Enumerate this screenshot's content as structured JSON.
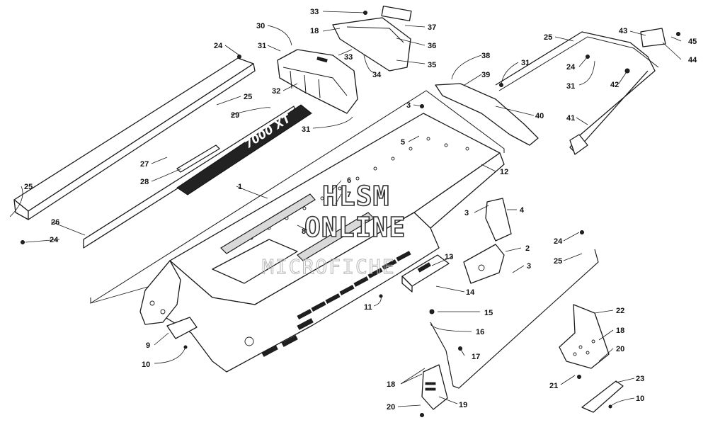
{
  "diagram": {
    "callouts": [
      {
        "id": "c33a",
        "label": "33"
      },
      {
        "id": "c37",
        "label": "37"
      },
      {
        "id": "c18a",
        "label": "18"
      },
      {
        "id": "c36",
        "label": "36"
      },
      {
        "id": "c33b",
        "label": "33"
      },
      {
        "id": "c35",
        "label": "35"
      },
      {
        "id": "c34",
        "label": "34"
      },
      {
        "id": "c30",
        "label": "30"
      },
      {
        "id": "c31a",
        "label": "31"
      },
      {
        "id": "c32",
        "label": "32"
      },
      {
        "id": "c31b",
        "label": "31"
      },
      {
        "id": "c24a",
        "label": "24"
      },
      {
        "id": "c25a",
        "label": "25"
      },
      {
        "id": "c29",
        "label": "29"
      },
      {
        "id": "c27",
        "label": "27"
      },
      {
        "id": "c28",
        "label": "28"
      },
      {
        "id": "c25b",
        "label": "25"
      },
      {
        "id": "c26",
        "label": "26"
      },
      {
        "id": "c24b",
        "label": "24"
      },
      {
        "id": "c1",
        "label": "1"
      },
      {
        "id": "c3a",
        "label": "3"
      },
      {
        "id": "c5",
        "label": "5"
      },
      {
        "id": "c6",
        "label": "6"
      },
      {
        "id": "c7",
        "label": "7"
      },
      {
        "id": "c8",
        "label": "8"
      },
      {
        "id": "c12",
        "label": "12"
      },
      {
        "id": "c38",
        "label": "38"
      },
      {
        "id": "c39",
        "label": "39"
      },
      {
        "id": "c31c",
        "label": "31"
      },
      {
        "id": "c40",
        "label": "40"
      },
      {
        "id": "c25c",
        "label": "25"
      },
      {
        "id": "c24c",
        "label": "24"
      },
      {
        "id": "c31d",
        "label": "31"
      },
      {
        "id": "c43",
        "label": "43"
      },
      {
        "id": "c45",
        "label": "45"
      },
      {
        "id": "c44",
        "label": "44"
      },
      {
        "id": "c42",
        "label": "42"
      },
      {
        "id": "c41",
        "label": "41"
      },
      {
        "id": "c3b",
        "label": "3"
      },
      {
        "id": "c4",
        "label": "4"
      },
      {
        "id": "c2",
        "label": "2"
      },
      {
        "id": "c3c",
        "label": "3"
      },
      {
        "id": "c13",
        "label": "13"
      },
      {
        "id": "c14",
        "label": "14"
      },
      {
        "id": "c11",
        "label": "11"
      },
      {
        "id": "c15",
        "label": "15"
      },
      {
        "id": "c16",
        "label": "16"
      },
      {
        "id": "c17",
        "label": "17"
      },
      {
        "id": "c24d",
        "label": "24"
      },
      {
        "id": "c25d",
        "label": "25"
      },
      {
        "id": "c22",
        "label": "22"
      },
      {
        "id": "c18b",
        "label": "18"
      },
      {
        "id": "c20a",
        "label": "20"
      },
      {
        "id": "c21",
        "label": "21"
      },
      {
        "id": "c23",
        "label": "23"
      },
      {
        "id": "c10a",
        "label": "10"
      },
      {
        "id": "c9",
        "label": "9"
      },
      {
        "id": "c10b",
        "label": "10"
      },
      {
        "id": "c18c",
        "label": "18"
      },
      {
        "id": "c19",
        "label": "19"
      },
      {
        "id": "c20b",
        "label": "20"
      }
    ],
    "decal_text": "7000 XT",
    "watermark": {
      "line1": "HLSM",
      "line2": "ONLINE",
      "line3": "MICROFICHE"
    }
  }
}
